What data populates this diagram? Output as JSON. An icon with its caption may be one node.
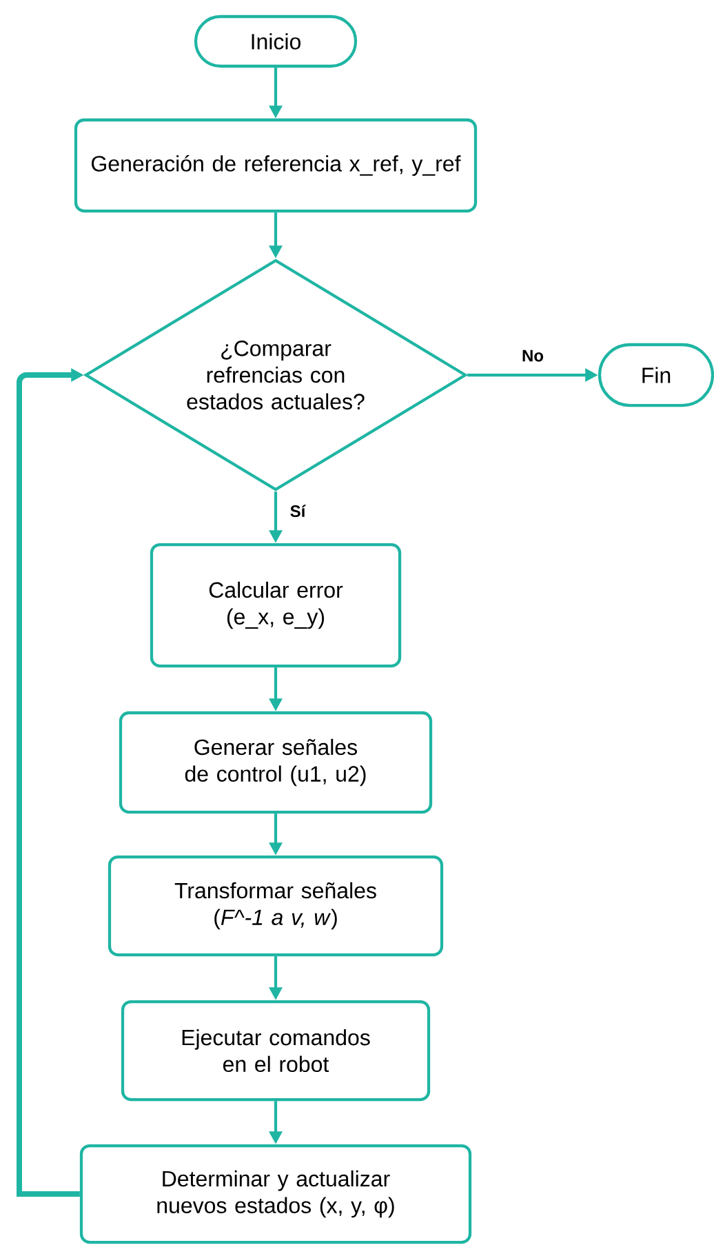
{
  "diagram": {
    "nodes": [
      {
        "text": [
          "Inicio"
        ]
      },
      {
        "text": [
          "Generación de referencia x_ref, y_ref"
        ]
      },
      {
        "text": [
          "¿Comparar refrencias con estados actuales?"
        ]
      },
      {
        "text": [
          "Fin"
        ]
      },
      {
        "text": [
          "Calcular error (e_x, e_y)"
        ]
      },
      {
        "text": [
          "Generar señales de control (u1, u2)"
        ]
      },
      {
        "text": [
          "Transformar señales (*F^-1 a v, w*)"
        ]
      },
      {
        "text": [
          "Ejecutar comandos en el robot"
        ]
      },
      {
        "text": [
          "Determinar y actualizar nuevos estados (x, y, φ)"
        ]
      }
    ],
    "edges": [
      {
        "from": 0,
        "to": 1,
        "arrow": "to"
      },
      {
        "from": 1,
        "to": 2,
        "arrow": "to"
      },
      {
        "from": 2,
        "to": 3,
        "arrow": "to",
        "label": "No"
      },
      {
        "from": 2,
        "to": 4,
        "arrow": "to",
        "label": "Sí"
      },
      {
        "from": 4,
        "to": 5,
        "arrow": "to"
      },
      {
        "from": 5,
        "to": 6,
        "arrow": "to"
      },
      {
        "from": 6,
        "to": 7,
        "arrow": "to"
      },
      {
        "from": 7,
        "to": 8,
        "arrow": "to"
      },
      {
        "from": 8,
        "to": 2,
        "arrow": "to",
        "style": "thick"
      }
    ]
  }
}
